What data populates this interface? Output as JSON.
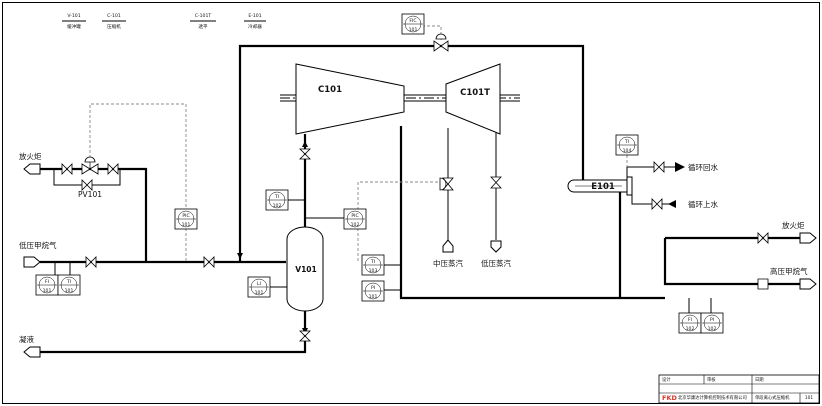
{
  "legend": [
    {
      "tag": "V-101",
      "desc": "缓冲罐"
    },
    {
      "tag": "C-101",
      "desc": "压缩机"
    },
    {
      "tag": "C-101T",
      "desc": "透平"
    },
    {
      "tag": "E-101",
      "desc": "冷却器"
    }
  ],
  "equipment": {
    "vessel": "V101",
    "compressor": "C101",
    "turbine": "C101T",
    "cooler": "E101",
    "control_valve": "PV101"
  },
  "streams": {
    "flare_left": "放火炬",
    "lp_methane_in": "低压甲烷气",
    "condensate": "凝液",
    "mp_steam": "中压蒸汽",
    "lp_steam": "低压蒸汽",
    "cw_return": "循环回水",
    "cw_supply": "循环上水",
    "flare_right": "放火炬",
    "hp_methane_out": "高压甲烷气"
  },
  "instruments": [
    {
      "id": "fic101",
      "type": "FIC",
      "num": "101"
    },
    {
      "id": "ti104",
      "type": "TI",
      "num": "104"
    },
    {
      "id": "ti102",
      "type": "TI",
      "num": "102"
    },
    {
      "id": "pic101",
      "type": "PIC",
      "num": "101"
    },
    {
      "id": "pic102",
      "type": "PIC",
      "num": "102"
    },
    {
      "id": "fi101",
      "type": "FI",
      "num": "101"
    },
    {
      "id": "ti101",
      "type": "TI",
      "num": "101"
    },
    {
      "id": "li101",
      "type": "LI",
      "num": "101"
    },
    {
      "id": "ti103",
      "type": "TI",
      "num": "103"
    },
    {
      "id": "pi101",
      "type": "PI",
      "num": "101"
    },
    {
      "id": "fi102",
      "type": "FI",
      "num": "102"
    },
    {
      "id": "pi102",
      "type": "PI",
      "num": "102"
    }
  ],
  "title_block": {
    "logo": "FKD",
    "company": "北京华康达计算机控制技术有限公司",
    "drawing_title": "单段离心式压缩机",
    "drawing_no": "101",
    "header_cells": [
      "设计",
      "审核",
      "日期"
    ]
  },
  "colors": {
    "line": "#000000",
    "signal": "#888888",
    "logo": "#d63a2b"
  }
}
